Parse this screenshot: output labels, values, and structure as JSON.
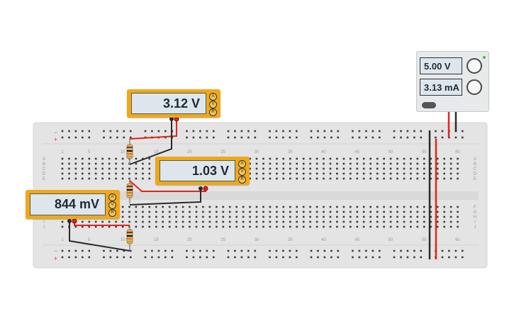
{
  "breadboard": {
    "top_numbers": [
      "1",
      "5",
      "10",
      "15",
      "20",
      "25",
      "30",
      "35",
      "40",
      "45",
      "50",
      "55",
      "60"
    ],
    "bottom_numbers": [
      "1",
      "5",
      "10",
      "15",
      "20",
      "25",
      "30",
      "35",
      "40",
      "45",
      "50",
      "55",
      "60"
    ],
    "row_letters_top": [
      "A",
      "B",
      "C",
      "D",
      "E"
    ],
    "row_letters_bottom": [
      "F",
      "G",
      "H",
      "I",
      "J"
    ],
    "rail_minus": "−",
    "rail_plus": "+"
  },
  "meters": [
    {
      "reading": "3.12 V",
      "modes": [
        "A",
        "V",
        "R"
      ]
    },
    {
      "reading": "1.03 V",
      "modes": [
        "A",
        "V",
        "R"
      ]
    },
    {
      "reading": "844 mV",
      "modes": [
        "A",
        "V",
        "R"
      ]
    }
  ],
  "power_supply": {
    "voltage": "5.00 V",
    "current": "3.13 mA"
  },
  "colors": {
    "meter_body": "#f0a818",
    "wire_red": "#e0251b",
    "wire_black": "#2a2a2a",
    "breadboard": "#e4e4e4"
  }
}
